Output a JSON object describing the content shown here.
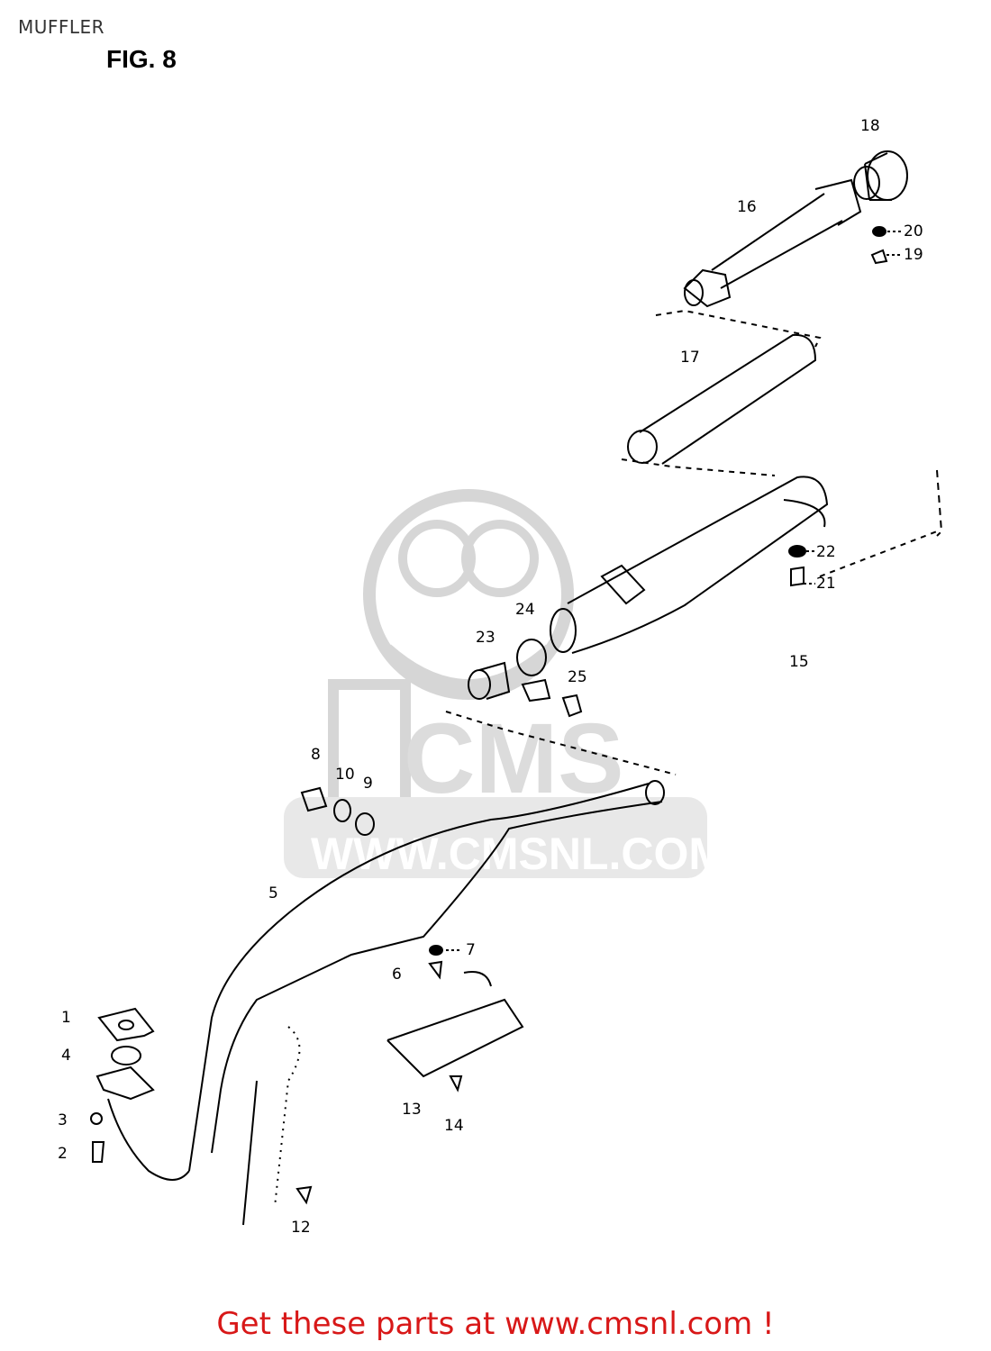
{
  "header": {
    "title": "MUFFLER",
    "figure": "FIG. 8"
  },
  "watermark": {
    "brand": "CMS",
    "url": "WWW.CMSNL.COM"
  },
  "callouts": {
    "n1": "1",
    "n2": "2",
    "n3": "3",
    "n4": "4",
    "n5": "5",
    "n6": "6",
    "n7": "7",
    "n8": "8",
    "n9": "9",
    "n10": "10",
    "n12": "12",
    "n13": "13",
    "n14": "14",
    "n15": "15",
    "n16": "16",
    "n17": "17",
    "n18": "18",
    "n19": "19",
    "n20": "20",
    "n21": "21",
    "n22": "22",
    "n23": "23",
    "n24": "24",
    "n25": "25"
  },
  "footer": {
    "cta": "Get these parts at www.cmsnl.com !"
  },
  "colors": {
    "cta": "#d81818",
    "line": "#000000",
    "watermark": "#d9d9d9"
  }
}
